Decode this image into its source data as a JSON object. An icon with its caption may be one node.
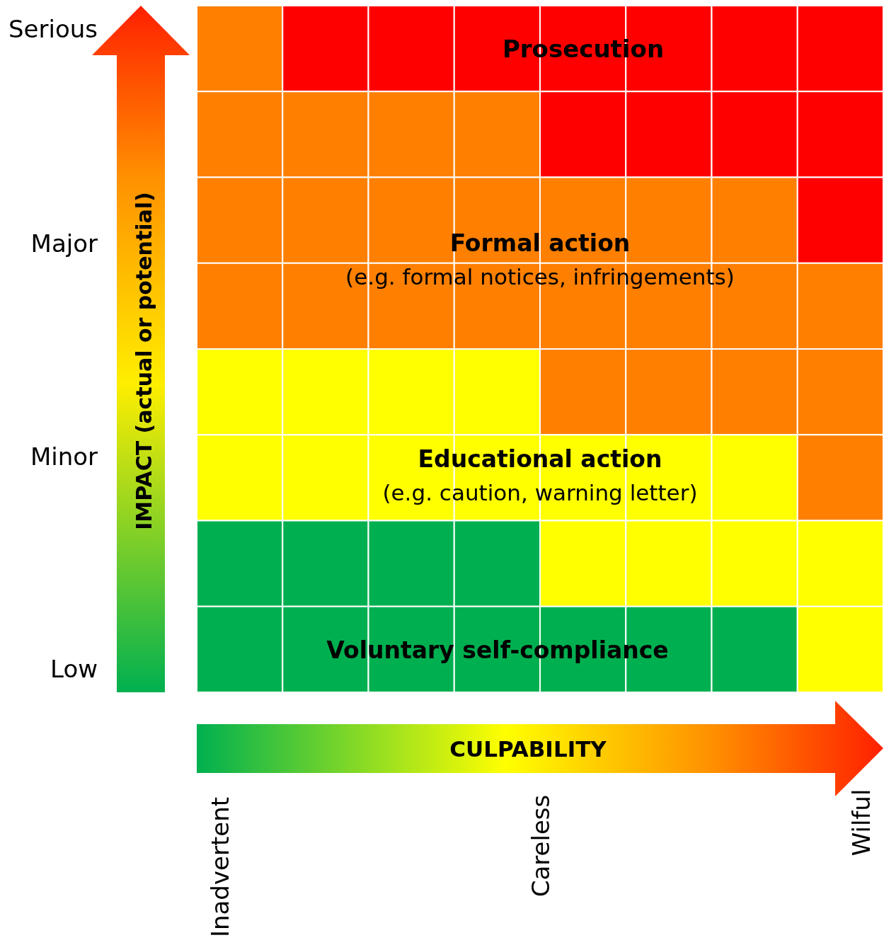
{
  "diagram": {
    "labels": [
      "Serious",
      "Prosecution",
      "Major",
      "Formal action",
      "(e.g. formal notices, infringements)",
      "IMPACT (actual or potential)",
      "Minor",
      "Educational action",
      "(e.g. caution, warning letter)",
      "Low",
      "Voluntary self-compliance",
      "CULPABILITY",
      "Inadvertent",
      "Careless",
      "Wilful"
    ]
  }
}
